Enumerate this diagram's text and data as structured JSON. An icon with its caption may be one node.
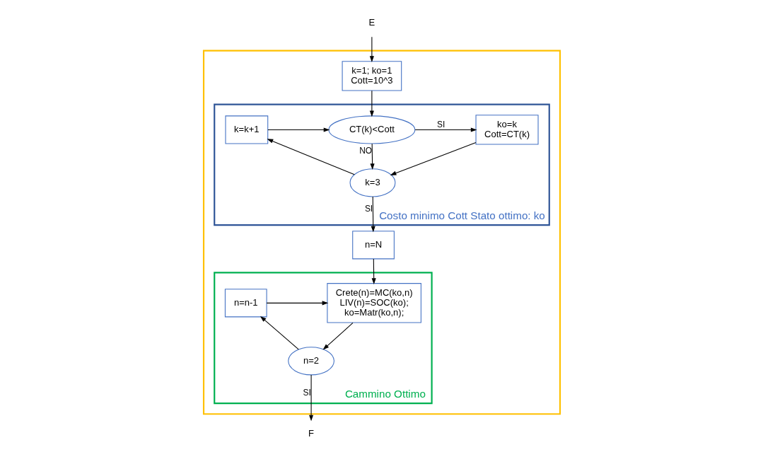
{
  "diagram": {
    "nodes": [
      {
        "text": [
          "E"
        ]
      },
      {
        "text": [],
        "shape": "box"
      },
      {
        "text": [
          "k=1; ko=1",
          "Cott=10^3"
        ],
        "in": 1
      },
      {
        "text": [
          "Costo minimo Cott Stato ottimo: ko"
        ],
        "in": 1
      },
      {
        "text": [
          "CT(k)<Cott"
        ],
        "in": 3
      },
      {
        "text": [
          "ko=k",
          "Cott=CT(k)"
        ],
        "in": 3
      },
      {
        "text": [
          "k=k+1"
        ],
        "in": 3
      },
      {
        "text": [
          "k=3"
        ],
        "in": 3
      },
      {
        "text": [
          "n=N"
        ],
        "in": 1
      },
      {
        "text": [
          "Cammino Ottimo"
        ],
        "in": 1
      },
      {
        "text": [
          "Crete(n)=MC(ko,n)",
          "LIV(n)=SOC(ko);",
          "ko=Matr(ko,n);"
        ],
        "in": 9
      },
      {
        "text": [
          "n=n-1"
        ],
        "in": 9
      },
      {
        "text": [
          "n=2"
        ],
        "in": 9
      },
      {
        "text": [
          "F"
        ]
      }
    ],
    "edges": [
      {
        "from": 0,
        "to": 2,
        "arrow": "to"
      },
      {
        "from": 2,
        "to": 4,
        "arrow": "to"
      },
      {
        "from": 4,
        "to": 5,
        "label": "SI",
        "arrow": "to"
      },
      {
        "from": 4,
        "to": 7,
        "label": "NO",
        "arrow": "to"
      },
      {
        "from": 5,
        "to": 7,
        "arrow": "to"
      },
      {
        "from": 7,
        "to": 6,
        "arrow": "to"
      },
      {
        "from": 6,
        "to": 4,
        "arrow": "to"
      },
      {
        "from": 7,
        "to": 8,
        "label": "SI",
        "arrow": "to"
      },
      {
        "from": 8,
        "to": 10,
        "arrow": "to"
      },
      {
        "from": 10,
        "to": 12,
        "arrow": "to"
      },
      {
        "from": 12,
        "to": 11,
        "arrow": "to"
      },
      {
        "from": 11,
        "to": 10,
        "arrow": "to"
      },
      {
        "from": 12,
        "to": 13,
        "label": "SI",
        "arrow": "to"
      }
    ]
  }
}
